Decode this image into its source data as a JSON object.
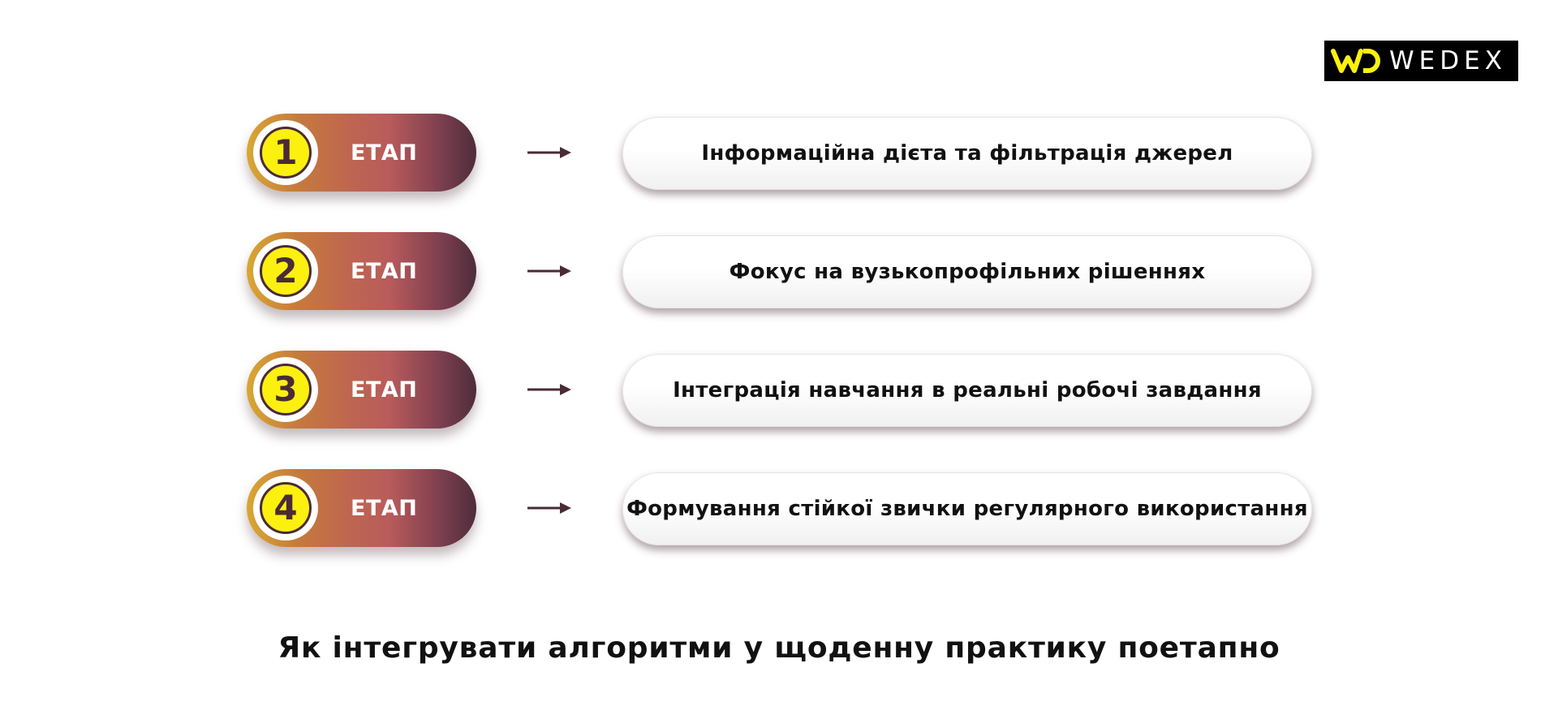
{
  "brand": {
    "logo_text": "WEDEX",
    "logo_colors": {
      "mark": "#fbf00e",
      "background": "#000000",
      "text": "#ffffff"
    }
  },
  "steps": [
    {
      "number": "1",
      "label": "ЕТАП",
      "description": "Інформаційна дієта та фільтрація джерел"
    },
    {
      "number": "2",
      "label": "ЕТАП",
      "description": "Фокус на вузькопрофільних рішеннях"
    },
    {
      "number": "3",
      "label": "ЕТАП",
      "description": "Інтеграція навчання в реальні робочі завдання"
    },
    {
      "number": "4",
      "label": "ЕТАП",
      "description": "Формування стійкої звички регулярного використання"
    }
  ],
  "caption": "Як інтегрувати алгоритми у щоденну практику поетапно",
  "colors": {
    "number_fill": "#fbf00e",
    "number_outline": "#4a2b36",
    "pill_gradient_start": "#d9a733",
    "pill_gradient_end": "#4e2d3b",
    "arrow": "#4a2b36"
  }
}
